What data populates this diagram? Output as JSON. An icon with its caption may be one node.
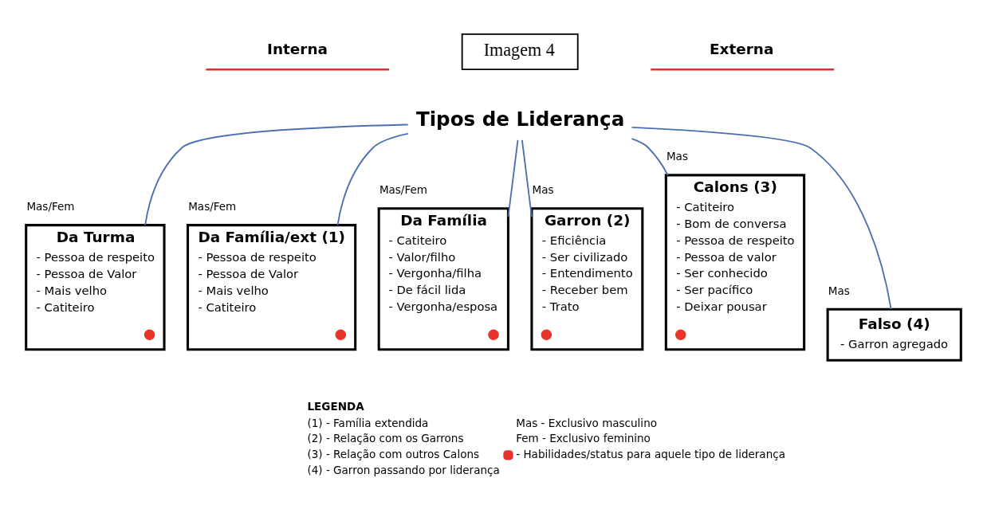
{
  "diagram": {
    "nodes": [
      {
        "text": [
          "Imagem 4"
        ]
      },
      {
        "text": [
          "Tipos de Liderança"
        ]
      },
      {
        "text": [
          "Da Turma",
          "- Pessoa de respeito",
          "- Pessoa de Valor",
          "- Mais velho",
          "- Catiteiro"
        ],
        "beside": [
          "Mas/Fem"
        ]
      },
      {
        "text": [],
        "shape": "circle",
        "in": 2
      },
      {
        "text": [
          "Da Família/ext (1)",
          "- Pessoa de respeito",
          "- Pessoa de Valor",
          "- Mais velho",
          "- Catiteiro"
        ],
        "beside": [
          "Mas/Fem"
        ]
      },
      {
        "text": [],
        "shape": "circle",
        "in": 4
      },
      {
        "text": [
          "Da Família",
          "- Catiteiro",
          "- Valor/filho",
          "- Vergonha/filha",
          "- De fácil lida",
          "- Vergonha/esposa"
        ],
        "beside": [
          "Mas/Fem"
        ]
      },
      {
        "text": [],
        "shape": "circle",
        "in": 6
      },
      {
        "text": [
          "Garron (2)",
          "- Eficiência",
          "- Ser civilizado",
          "- Entendimento",
          "- Receber bem",
          "- Trato"
        ],
        "beside": [
          "Mas"
        ]
      },
      {
        "text": [],
        "shape": "circle",
        "in": 8
      },
      {
        "text": [
          "Calons (3)",
          "- Catiteiro",
          "- Bom de conversa",
          "- Pessoa de respeito",
          "- Pessoa de valor",
          "- Ser conhecido",
          "- Ser pacífico",
          "- Deixar pousar"
        ],
        "beside": [
          "Mas"
        ]
      },
      {
        "text": [],
        "shape": "circle",
        "in": 10
      },
      {
        "text": [
          "Falso (4)",
          "- Garron agregado"
        ],
        "beside": [
          "Mas"
        ]
      }
    ],
    "edges": [
      {
        "from": 1,
        "to": 2,
        "arrow": "none"
      },
      {
        "from": 1,
        "to": 4,
        "arrow": "none"
      },
      {
        "from": 1,
        "to": 6,
        "arrow": "none"
      },
      {
        "from": 1,
        "to": 8,
        "arrow": "none"
      },
      {
        "from": 1,
        "to": 10,
        "arrow": "none"
      },
      {
        "from": 1,
        "to": 12,
        "arrow": "none"
      }
    ],
    "labels": [
      "Interna",
      "Externa",
      "LEGENDA",
      "(1) - Família extendida",
      "Mas - Exclusivo masculino",
      "(2) - Relação com os Garrons",
      "Fem - Exclusivo feminino",
      "(3) - Relação com outros Calons",
      "(4) - Garron passando por liderança"
    ],
    "legend": [
      {
        "text": "- Habilidades/status para aquele tipo de liderança",
        "color": "#e8352b"
      }
    ]
  }
}
